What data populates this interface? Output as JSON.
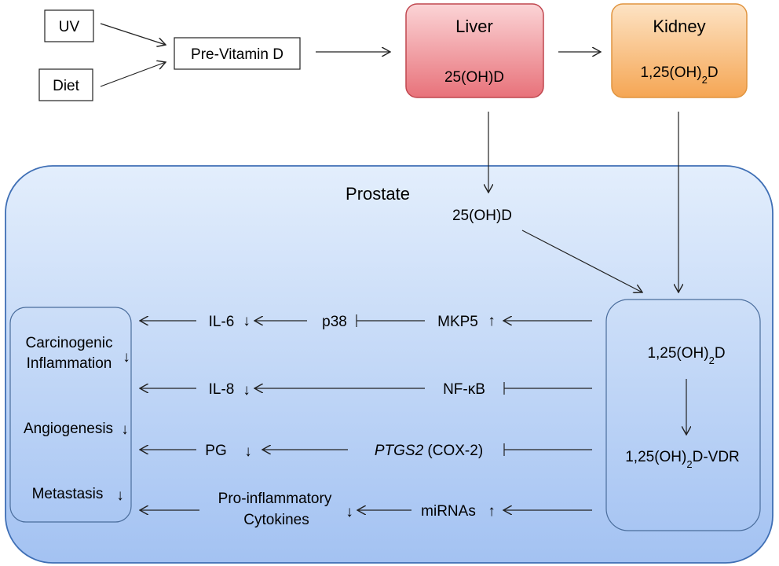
{
  "inputs": {
    "uv": "UV",
    "diet": "Diet",
    "pre_vitamin_d": "Pre-Vitamin D"
  },
  "liver": {
    "title": "Liver",
    "metabolite": "25(OH)D",
    "color": "#e8727a"
  },
  "kidney": {
    "title": "Kidney",
    "metabolite_pre": "1,25(OH)",
    "metabolite_sub": "2",
    "metabolite_post": "D",
    "color": "#f7b265"
  },
  "prostate": {
    "title": "Prostate",
    "metabolite": "25(OH)D",
    "color": "#a9c6f3",
    "active": {
      "pre": "1,25(OH)",
      "sub": "2",
      "post": "D"
    },
    "complex": {
      "pre": "1,25(OH)",
      "sub": "2",
      "post": "D-VDR"
    },
    "pathways": [
      {
        "label": "MKP5",
        "change": "↑",
        "mid": "p38",
        "target": "IL-6",
        "target_change": "↓"
      },
      {
        "label": "NF-κB",
        "target": "IL-8",
        "target_change": "↓"
      },
      {
        "label_italic": "PTGS2",
        "label_rest": " (COX-2)",
        "target": "PG",
        "target_change": "↓"
      },
      {
        "label": "miRNAs",
        "change": "↑",
        "target_line1": "Pro-inflammatory",
        "target_line2": "Cytokines",
        "target_change": "↓"
      }
    ],
    "outcomes": [
      {
        "line1": "Carcinogenic",
        "line2": "Inflammation",
        "change": "↓"
      },
      {
        "line1": "Angiogenesis",
        "change": "↓"
      },
      {
        "line1": "Metastasis",
        "change": "↓"
      }
    ]
  }
}
